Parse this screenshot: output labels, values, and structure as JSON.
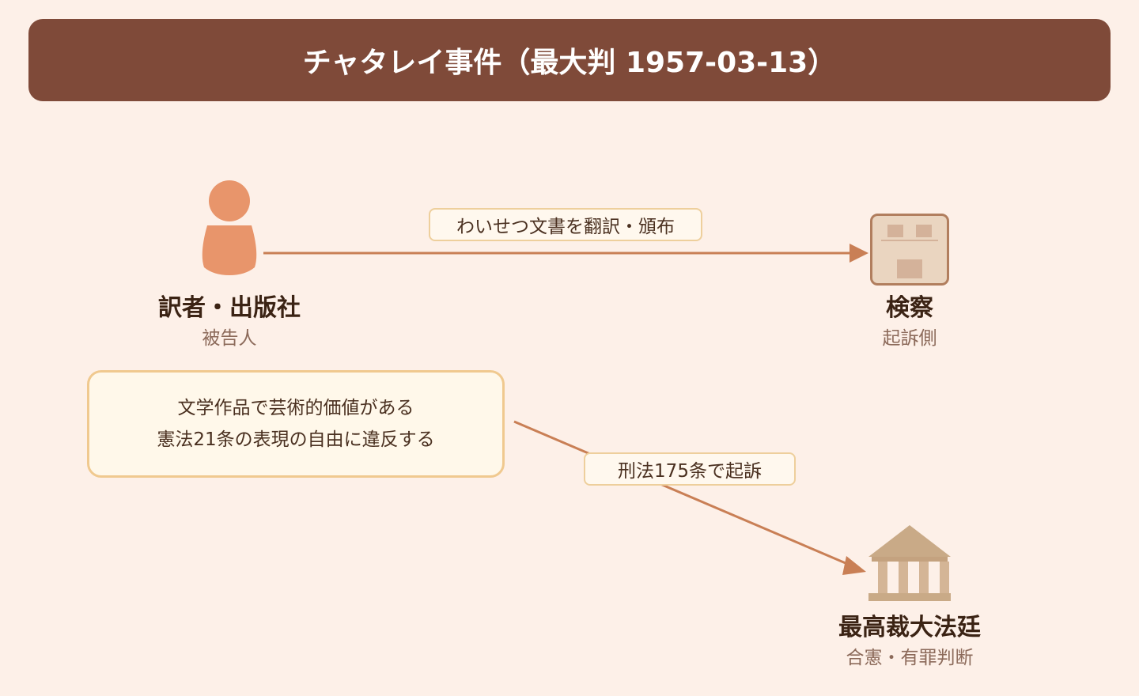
{
  "title": "チャタレイ事件（最大判 1957-03-13）",
  "nodes": {
    "defendant": {
      "name": "訳者・出版社",
      "role": "被告人",
      "icon": "person-icon"
    },
    "prosecution": {
      "name": "検察",
      "role": "起訴側",
      "icon": "building-icon"
    },
    "court": {
      "name": "最高裁大法廷",
      "role": "合憲・有罪判断",
      "icon": "courthouse-icon"
    }
  },
  "edges": {
    "act": "わいせつ文書を翻訳・頒布",
    "charge": "刑法175条で起訴"
  },
  "note": {
    "line1": "文学作品で芸術的価値がある",
    "line2": "憲法21条の表現の自由に違反する"
  },
  "colors": {
    "header": "#7f4a39",
    "arrow": "#c97f55",
    "person": "#e8956b",
    "court": "#c9aa87"
  }
}
